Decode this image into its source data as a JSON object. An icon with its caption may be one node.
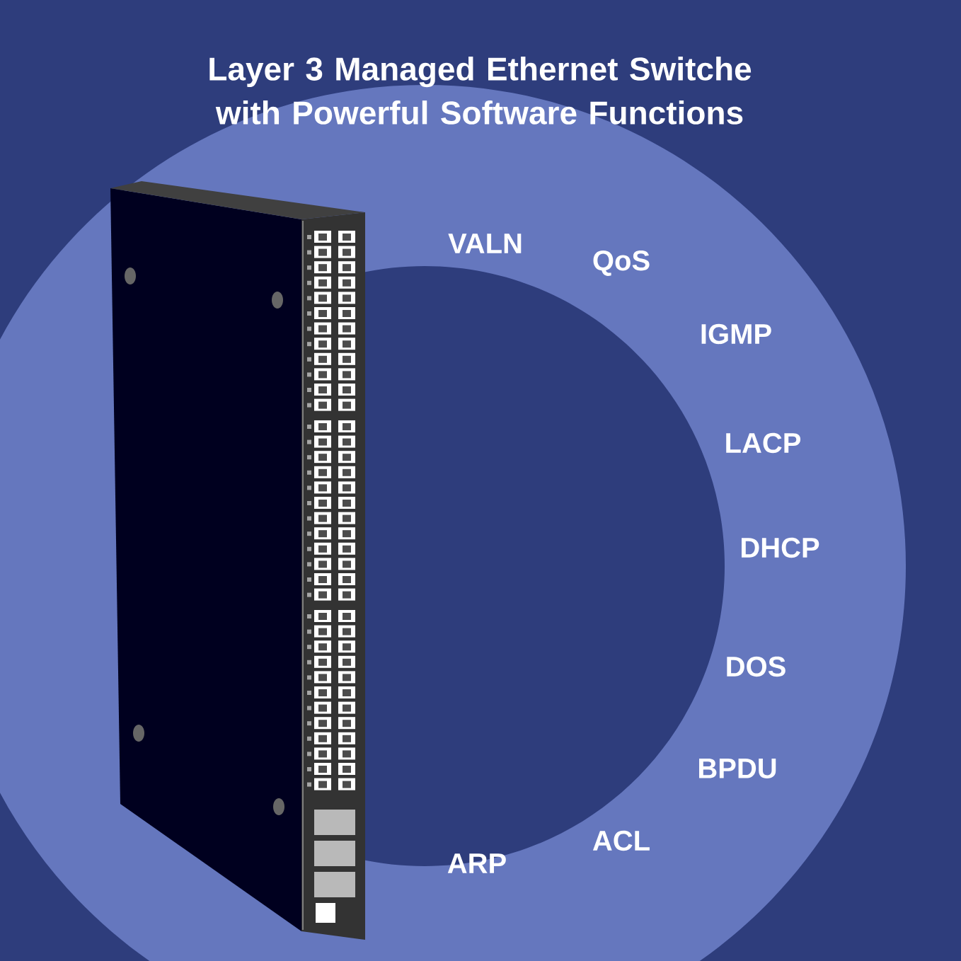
{
  "diagram": {
    "title": "Layer 3 Managed Ethernet Switche with Powerful Software Functions",
    "labels": [
      "VALN",
      "QoS",
      "IGMP",
      "LACP",
      "DHCP",
      "DOS",
      "BPDU",
      "ACL",
      "ARP"
    ]
  }
}
